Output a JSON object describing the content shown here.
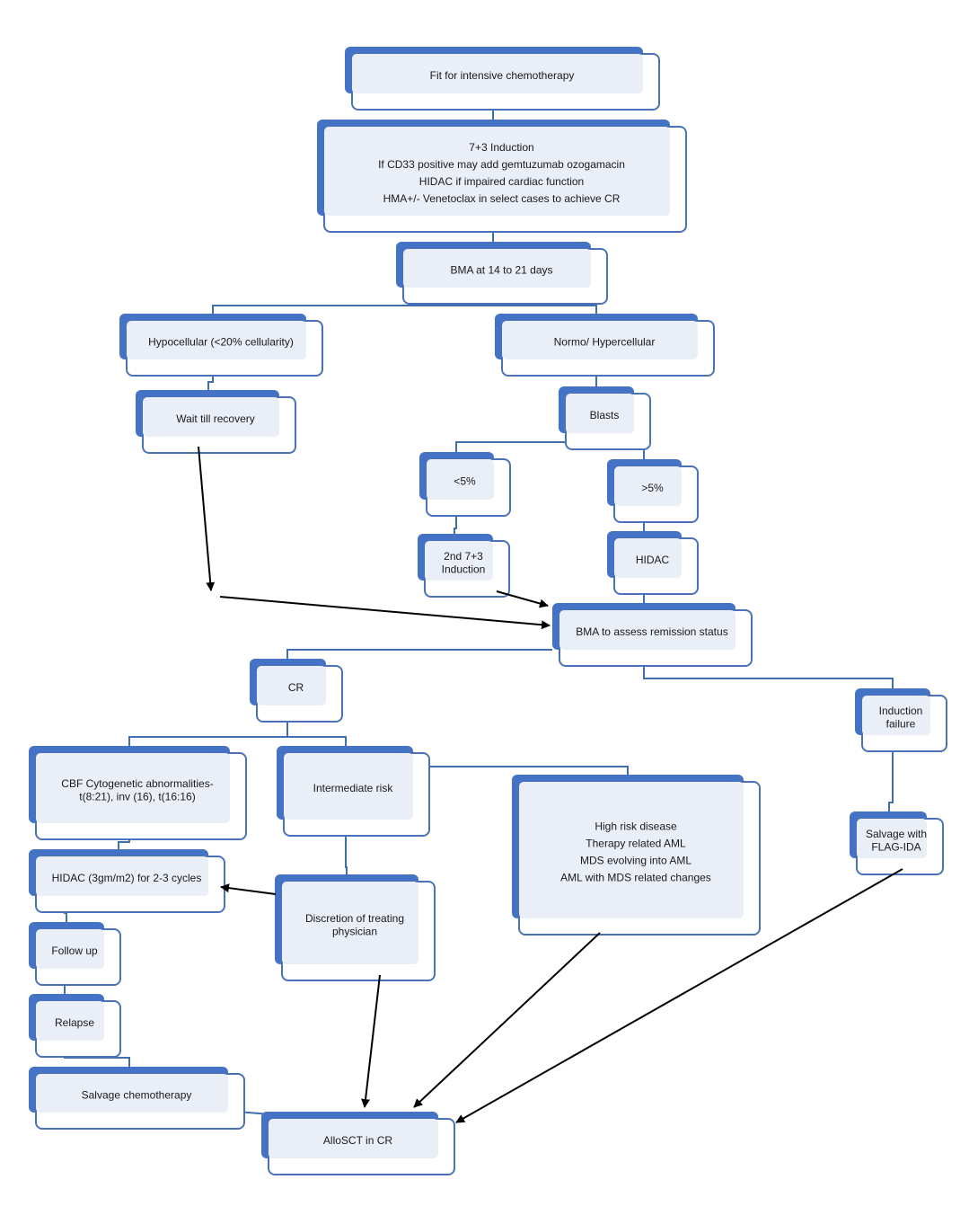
{
  "diagram": {
    "colors": {
      "box_back": "#4472c4",
      "box_fill": "#e9eef7",
      "box_stroke": "#4a72b8",
      "connector": "#3f6fae",
      "arrow": "#000000"
    },
    "nodes": [
      {
        "id": "fit",
        "lines": [
          "Fit for intensive chemotherapy"
        ]
      },
      {
        "id": "induction",
        "lines": [
          "7+3 Induction",
          "If CD33 positive may add gemtuzumab ozogamacin",
          "HIDAC if impaired cardiac function",
          "HMA+/- Venetoclax  in select cases to achieve CR"
        ]
      },
      {
        "id": "bma14",
        "lines": [
          "BMA at 14 to 21 days"
        ]
      },
      {
        "id": "hypo",
        "lines": [
          "Hypocellular (<20% cellularity)"
        ]
      },
      {
        "id": "normo",
        "lines": [
          "Normo/ Hypercellular"
        ]
      },
      {
        "id": "wait",
        "lines": [
          "Wait till recovery"
        ]
      },
      {
        "id": "blasts",
        "lines": [
          "Blasts"
        ]
      },
      {
        "id": "lt5",
        "lines": [
          "<5%"
        ]
      },
      {
        "id": "gt5",
        "lines": [
          ">5%"
        ]
      },
      {
        "id": "second",
        "lines": [
          "2nd 7+3",
          "Induction"
        ]
      },
      {
        "id": "hidac",
        "lines": [
          "HIDAC"
        ]
      },
      {
        "id": "bmarem",
        "lines": [
          "BMA to assess remission status"
        ]
      },
      {
        "id": "cr",
        "lines": [
          "CR"
        ]
      },
      {
        "id": "indfail",
        "lines": [
          "Induction",
          "failure"
        ]
      },
      {
        "id": "cbf",
        "lines": [
          "CBF Cytogenetic abnormalities-",
          "t(8:21), inv (16), t(16:16)"
        ]
      },
      {
        "id": "inter",
        "lines": [
          "Intermediate risk"
        ]
      },
      {
        "id": "high",
        "lines": [
          "High risk disease",
          "Therapy related AML",
          "MDS evolving into AML",
          "AML with MDS related changes"
        ]
      },
      {
        "id": "hidac3",
        "lines": [
          "HIDAC (3gm/m2) for 2-3 cycles"
        ]
      },
      {
        "id": "flag",
        "lines": [
          "Salvage with",
          "FLAG-IDA"
        ]
      },
      {
        "id": "discretion",
        "lines": [
          "Discretion of treating",
          "physician"
        ]
      },
      {
        "id": "follow",
        "lines": [
          "Follow up"
        ]
      },
      {
        "id": "relapse",
        "lines": [
          "Relapse"
        ]
      },
      {
        "id": "salvage",
        "lines": [
          "Salvage chemotherapy"
        ]
      },
      {
        "id": "allo",
        "lines": [
          "AlloSCT in CR"
        ]
      }
    ]
  }
}
